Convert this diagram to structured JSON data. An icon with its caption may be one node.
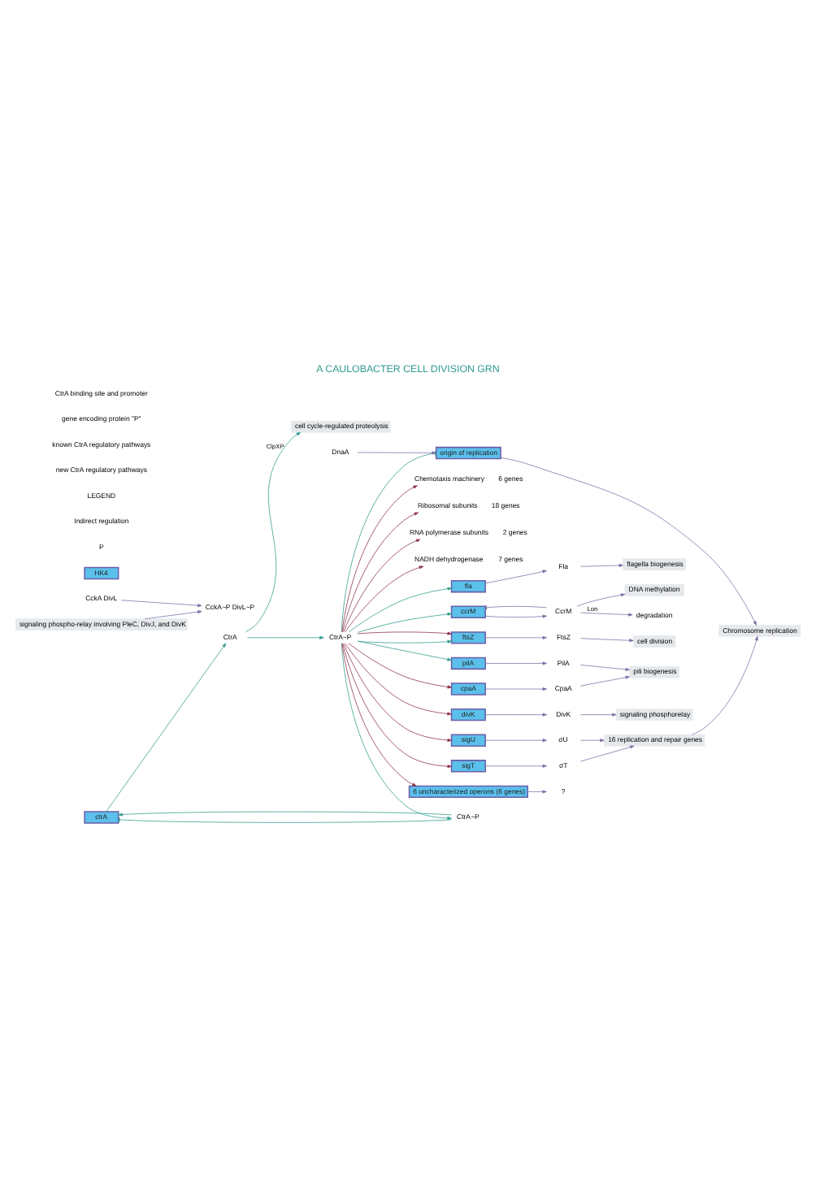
{
  "diagram": {
    "title": "A CAULOBACTER CELL DIVISION GRN",
    "nodes": [
      {
        "text": [
          "ctrA"
        ]
      },
      {
        "text": [
          "CtrA~P"
        ]
      },
      {
        "text": [
          "CtrA"
        ]
      },
      {
        "text": [
          "cell cycle-regulated proteolysis"
        ]
      },
      {
        "text": [
          "CckA~P DivL~P"
        ]
      },
      {
        "text": [
          "CckA DivL"
        ]
      },
      {
        "text": [
          "signaling phospho-relay involving PleC, DivJ, and DivK"
        ]
      },
      {
        "text": [
          "CtrA~P"
        ]
      },
      {
        "text": [
          "fla"
        ]
      },
      {
        "text": [
          "Fla"
        ]
      },
      {
        "text": [
          "flagella biogenesis"
        ]
      },
      {
        "text": [
          "ccrM"
        ]
      },
      {
        "text": [
          "CcrM"
        ]
      },
      {
        "text": [
          "DNA methylation"
        ]
      },
      {
        "text": [
          "degradation"
        ]
      },
      {
        "text": [
          "ftsZ"
        ]
      },
      {
        "text": [
          "FtsZ"
        ]
      },
      {
        "text": [
          "cell division"
        ]
      },
      {
        "text": [
          "pilA"
        ]
      },
      {
        "text": [
          "cpaA"
        ]
      },
      {
        "text": [
          "PilA"
        ]
      },
      {
        "text": [
          "CpaA"
        ]
      },
      {
        "text": [
          "pili biogenesis"
        ]
      },
      {
        "text": [
          "divK"
        ]
      },
      {
        "text": [
          "DivK"
        ]
      },
      {
        "text": [
          "signaling phosphorelay"
        ]
      },
      {
        "text": [
          "sigU"
        ]
      },
      {
        "text": [
          "σU"
        ]
      },
      {
        "text": [
          "sigT"
        ]
      },
      {
        "text": [
          "HK4"
        ]
      },
      {
        "text": [
          "σT"
        ]
      },
      {
        "text": [
          "16 replication and repair genes"
        ]
      },
      {
        "text": [
          "origin of replication"
        ]
      },
      {
        "text": [
          "DnaA"
        ]
      },
      {
        "text": [
          "Chromosome replication"
        ]
      },
      {
        "text": [
          "6 uncharacterized operons (6 genes)"
        ]
      },
      {
        "text": [
          "?"
        ]
      },
      {
        "text": [
          "Chemotaxis machinery"
        ],
        "beside": [
          "6 genes"
        ]
      },
      {
        "text": [
          "Ribosomal subunits"
        ],
        "beside": [
          "18 genes"
        ]
      },
      {
        "text": [
          "RNA polymerase subunits"
        ],
        "beside": [
          "2 genes"
        ]
      },
      {
        "text": [
          "NADH dehydrogenase"
        ],
        "beside": [
          "7 genes"
        ]
      }
    ],
    "edges": [
      {
        "from": 1,
        "to": 0,
        "arrow": "other",
        "color": "#2e9c8e"
      },
      {
        "from": 1,
        "to": 0,
        "arrow": "to",
        "color": "#2e9c8e"
      },
      {
        "from": 0,
        "to": 2,
        "arrow": "to",
        "color": "#2e9c8e"
      },
      {
        "from": 2,
        "to": 3,
        "arrow": "to",
        "label": "ClpXP",
        "color": "#2e9c8e"
      },
      {
        "from": 2,
        "to": 7,
        "arrow": "to",
        "color": "#2e9c8e"
      },
      {
        "from": 5,
        "to": 4,
        "arrow": "to"
      },
      {
        "from": 6,
        "to": 4,
        "arrow": "to"
      },
      {
        "from": 7,
        "to": 1,
        "arrow": "to",
        "color": "#2e9c8e"
      },
      {
        "from": 7,
        "to": 8,
        "arrow": "to",
        "color": "#2e9c8e"
      },
      {
        "from": 7,
        "to": 11,
        "arrow": "to",
        "color": "#2e9c8e"
      },
      {
        "from": 7,
        "to": 15,
        "arrow": "to",
        "color": "#2e9c8e"
      },
      {
        "from": 7,
        "to": 15,
        "arrow": "to",
        "color": "#8c2f4e"
      },
      {
        "from": 7,
        "to": 18,
        "arrow": "to",
        "color": "#2e9c8e"
      },
      {
        "from": 7,
        "to": 19,
        "arrow": "to",
        "color": "#8c2f4e"
      },
      {
        "from": 7,
        "to": 23,
        "arrow": "to",
        "color": "#8c2f4e"
      },
      {
        "from": 7,
        "to": 26,
        "arrow": "to",
        "color": "#8c2f4e"
      },
      {
        "from": 7,
        "to": 28,
        "arrow": "to",
        "color": "#8c2f4e"
      },
      {
        "from": 7,
        "to": 32,
        "arrow": "other",
        "color": "#2e9c8e"
      },
      {
        "from": 7,
        "to": 35,
        "arrow": "to",
        "color": "#8c2f4e"
      },
      {
        "from": 7,
        "to": 37,
        "arrow": "to",
        "color": "#8c2f4e"
      },
      {
        "from": 7,
        "to": 38,
        "arrow": "to",
        "color": "#8c2f4e"
      },
      {
        "from": 7,
        "to": 39,
        "arrow": "to",
        "color": "#8c2f4e"
      },
      {
        "from": 7,
        "to": 40,
        "arrow": "to",
        "color": "#8c2f4e"
      },
      {
        "from": 8,
        "to": 9,
        "arrow": "to"
      },
      {
        "from": 9,
        "to": 10,
        "arrow": "to"
      },
      {
        "from": 11,
        "to": 12,
        "arrow": "to"
      },
      {
        "from": 12,
        "to": 11,
        "arrow": "other"
      },
      {
        "from": 12,
        "to": 13,
        "arrow": "to"
      },
      {
        "from": 12,
        "to": 14,
        "arrow": "to",
        "label": "Lon"
      },
      {
        "from": 15,
        "to": 16,
        "arrow": "to"
      },
      {
        "from": 16,
        "to": 17,
        "arrow": "to"
      },
      {
        "from": 18,
        "to": 20,
        "arrow": "to"
      },
      {
        "from": 19,
        "to": 21,
        "arrow": "to"
      },
      {
        "from": 20,
        "to": 22,
        "arrow": "to"
      },
      {
        "from": 21,
        "to": 22,
        "arrow": "to"
      },
      {
        "from": 23,
        "to": 24,
        "arrow": "to"
      },
      {
        "from": 24,
        "to": 25,
        "arrow": "to"
      },
      {
        "from": 26,
        "to": 27,
        "arrow": "to"
      },
      {
        "from": 28,
        "to": 30,
        "arrow": "to"
      },
      {
        "from": 27,
        "to": 31,
        "arrow": "to"
      },
      {
        "from": 30,
        "to": 31,
        "arrow": "to"
      },
      {
        "from": 31,
        "to": 34,
        "arrow": "to"
      },
      {
        "from": 32,
        "to": 34,
        "arrow": "to"
      },
      {
        "from": 33,
        "to": 32,
        "arrow": "to"
      },
      {
        "from": 35,
        "to": 36,
        "arrow": "to"
      }
    ],
    "labels": [
      "P",
      "Indirect regulation",
      "LEGEND"
    ],
    "legend": [
      {
        "text": "CtrA binding site and promoter"
      },
      {
        "text": "gene encoding protein \"P\""
      },
      {
        "text": "known CtrA regulatory pathways"
      },
      {
        "text": "new CtrA regulatory pathways"
      }
    ]
  }
}
